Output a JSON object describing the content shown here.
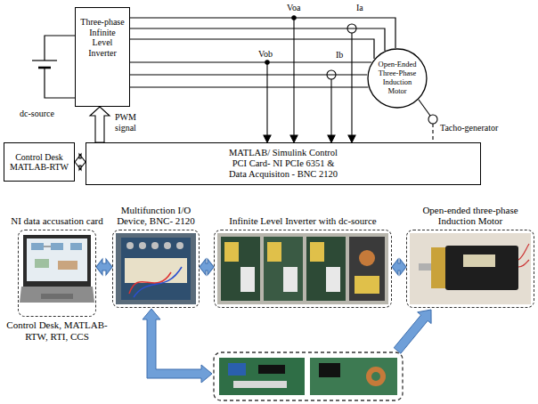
{
  "diagram": {
    "nodes": [
      {
        "text": [
          "Three-phase Infinite Level Inverter"
        ]
      },
      {
        "text": [
          "Open-Ended Three-Phase Induction Motor"
        ]
      },
      {
        "text": [
          "Control Desk MATLAB-RTW"
        ]
      },
      {
        "text": [
          "MATLAB/ Simulink Control PCI Card- NI PCIe 6351 & Data Acquisiton - BNC 2120"
        ]
      },
      {
        "text": [
          "NI data accusation card",
          "Control Desk, MATLAB-RTW, RTI, CCS"
        ]
      },
      {
        "text": [
          "Multifunction I/O Device, BNC- 2120"
        ]
      },
      {
        "text": [
          "Infinite Level Inverter with dc-source"
        ]
      },
      {
        "text": [
          "Open-ended three-phase Induction Motor"
        ]
      }
    ],
    "edges": [
      {
        "from": 0,
        "to": 1,
        "arrow": "none"
      },
      {
        "from": 0,
        "to": 1,
        "arrow": "none"
      },
      {
        "from": 0,
        "to": 1,
        "arrow": "none"
      },
      {
        "from": 0,
        "to": 1,
        "arrow": "none"
      },
      {
        "from": 0,
        "to": 1,
        "arrow": "none"
      },
      {
        "from": 0,
        "to": 1,
        "arrow": "none"
      },
      {
        "from": 3,
        "to": 0,
        "arrow": "to",
        "label": "PWM signal"
      },
      {
        "from": 2,
        "to": 3,
        "arrow": "both"
      },
      {
        "from": 4,
        "to": 5,
        "arrow": "both"
      },
      {
        "from": 5,
        "to": 6,
        "arrow": "both"
      },
      {
        "from": 6,
        "to": 7,
        "arrow": "both"
      }
    ],
    "labels": [
      "dc-source",
      "Voa",
      "Ia",
      "Vob",
      "Ib",
      "Tacho-generator"
    ]
  }
}
